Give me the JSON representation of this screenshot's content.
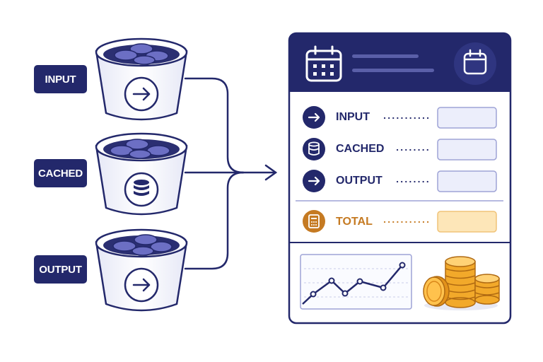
{
  "buckets": [
    {
      "label": "INPUT",
      "icon": "arrow-right-icon"
    },
    {
      "label": "CACHED",
      "icon": "database-icon"
    },
    {
      "label": "OUTPUT",
      "icon": "arrow-right-icon"
    }
  ],
  "panel": {
    "header_icons": [
      "calendar-icon",
      "calendar-icon"
    ],
    "rows": [
      {
        "label": "INPUT",
        "icon": "arrow-right-icon"
      },
      {
        "label": "CACHED",
        "icon": "database-icon"
      },
      {
        "label": "OUTPUT",
        "icon": "arrow-right-icon"
      }
    ],
    "total": {
      "label": "TOTAL",
      "icon": "calculator-icon"
    }
  },
  "colors": {
    "navy": "#23286b",
    "coin": "#6c6fc4",
    "field": "#eceefb",
    "total_field": "#fde6b8",
    "gold": "#f2a92a"
  }
}
